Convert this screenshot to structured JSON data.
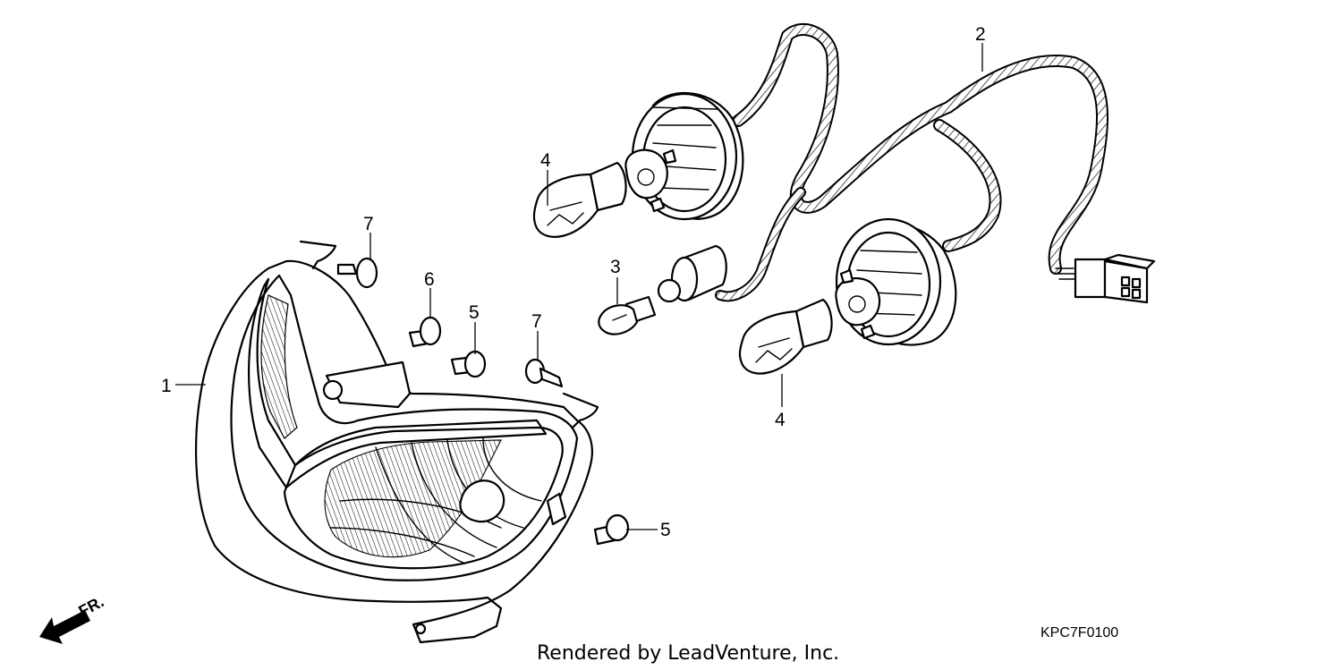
{
  "callouts": {
    "c1": "1",
    "c2": "2",
    "c3": "3",
    "c4a": "4",
    "c4b": "4",
    "c5a": "5",
    "c5b": "5",
    "c6": "6",
    "c7a": "7",
    "c7b": "7"
  },
  "direction_label": "FR.",
  "diagram_code": "KPC7F0100",
  "credit": "Rendered by LeadVenture, Inc."
}
